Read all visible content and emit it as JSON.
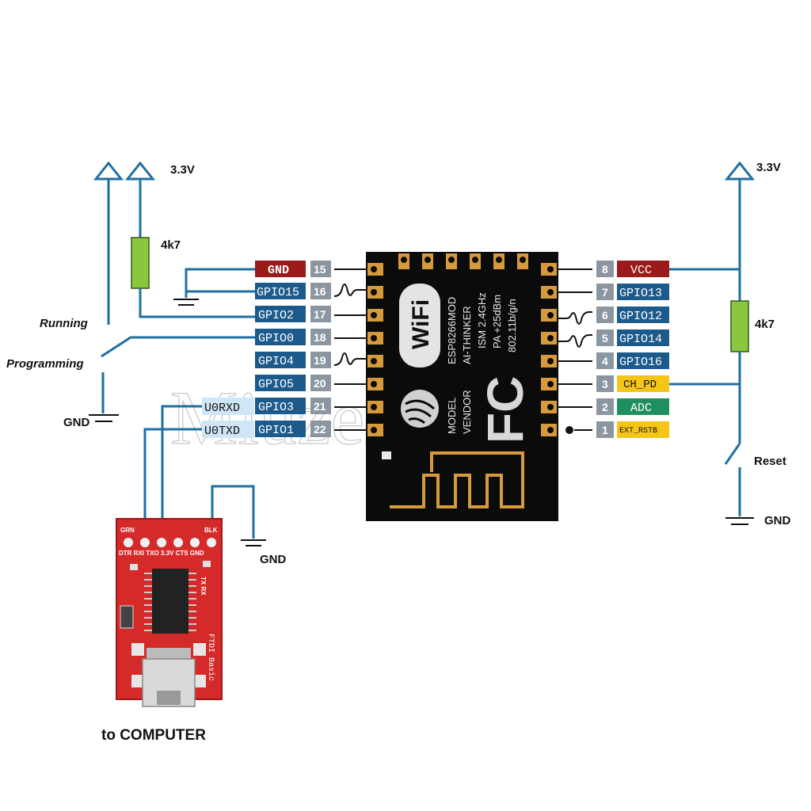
{
  "left_pins": [
    {
      "name": "GND",
      "num": "15",
      "color": "#9b1b1b"
    },
    {
      "name": "GPIO15",
      "num": "16",
      "color": "#1c5a8c"
    },
    {
      "name": "GPIO2",
      "num": "17",
      "color": "#1c5a8c"
    },
    {
      "name": "GPIO0",
      "num": "18",
      "color": "#1c5a8c"
    },
    {
      "name": "GPIO4",
      "num": "19",
      "color": "#1c5a8c"
    },
    {
      "name": "GPIO5",
      "num": "20",
      "color": "#1c5a8c"
    },
    {
      "name": "GPIO3",
      "num": "21",
      "color": "#1c5a8c"
    },
    {
      "name": "GPIO1",
      "num": "22",
      "color": "#1c5a8c"
    }
  ],
  "right_pins": [
    {
      "name": "VCC",
      "num": "8",
      "color": "#9b1b1b"
    },
    {
      "name": "GPIO13",
      "num": "7",
      "color": "#1c5a8c"
    },
    {
      "name": "GPIO12",
      "num": "6",
      "color": "#1c5a8c"
    },
    {
      "name": "GPIO14",
      "num": "5",
      "color": "#1c5a8c"
    },
    {
      "name": "GPIO16",
      "num": "4",
      "color": "#1c5a8c"
    },
    {
      "name": "CH_PD",
      "num": "3",
      "color": "#f5c518"
    },
    {
      "name": "ADC",
      "num": "2",
      "color": "#1f8f5f"
    },
    {
      "name": "EXT_RSTB",
      "num": "1",
      "color": "#f5c518"
    }
  ],
  "uart_labels": {
    "rxd": "U0RXD",
    "txd": "U0TXD"
  },
  "labels": {
    "vcc_left": "3.3V",
    "vcc_right": "3.3V",
    "resistor_left": "4k7",
    "resistor_right": "4k7",
    "running": "Running",
    "programming": "Programming",
    "gnd_switch": "GND",
    "gnd_ftdi": "GND",
    "gnd_reset": "GND",
    "reset": "Reset",
    "to_computer": "to COMPUTER"
  },
  "chip": {
    "logo": "WiFi",
    "model_line": "MODEL",
    "model_value": "ESP8266MOD",
    "vendor_line": "VENDOR",
    "vendor_value": "AI-THINKER",
    "ism": "ISM 2.4GHz",
    "pa": "PA +25dBm",
    "std": "802.11b/g/n",
    "fc": "FC"
  },
  "ftdi": {
    "grn": "GRN",
    "blk": "BLK",
    "pins": "DTR RXI TXO 3.3V CTS GND",
    "txrx": "TX RX",
    "name": "FTDI Basic"
  },
  "watermark": "Miuzei"
}
